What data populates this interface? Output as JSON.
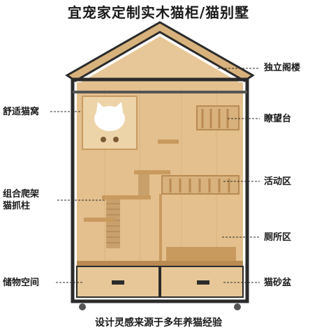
{
  "title": "宜宠家定制实木猫柜/猫别墅",
  "footer": "设计灵感来源于多年养猫经验",
  "labels": {
    "attic": "独立阁楼",
    "nest": "舒适猫窝",
    "lookout": "瞭望台",
    "activity": "活动区",
    "climber_line1": "组合爬架",
    "climber_line2": "猫抓柱",
    "toilet": "厕所区",
    "storage": "储物空间",
    "litter": "猫砂盆"
  },
  "colors": {
    "wood": "#e3c08e",
    "wood_dark": "#c99a5e",
    "frame": "#2b2b2b",
    "text": "#1a1a1a"
  }
}
